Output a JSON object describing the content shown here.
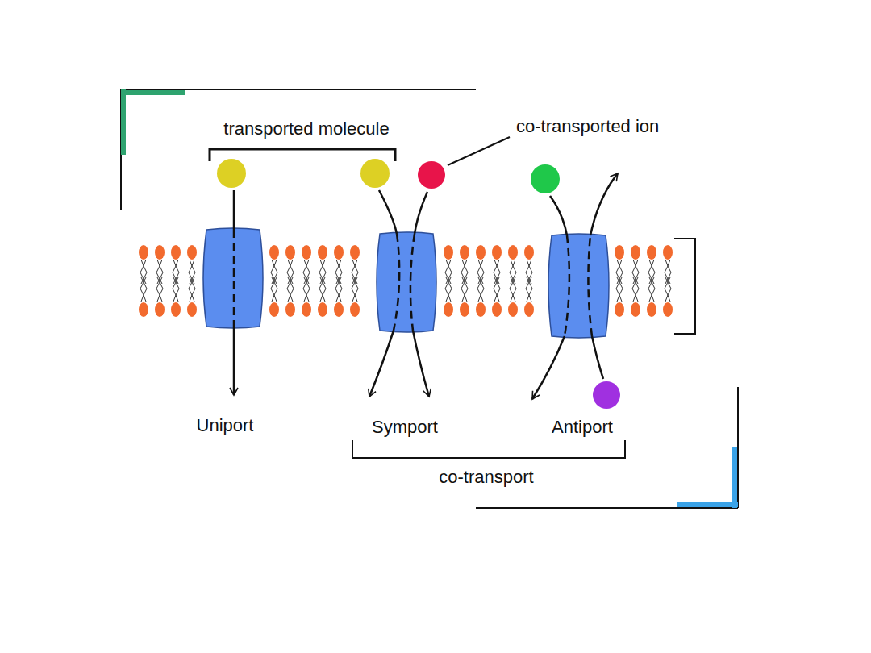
{
  "diagram": {
    "labels": [
      "transported molecule",
      "co-transported ion",
      "Uniport",
      "Symport",
      "Antiport",
      "co-transport"
    ]
  }
}
